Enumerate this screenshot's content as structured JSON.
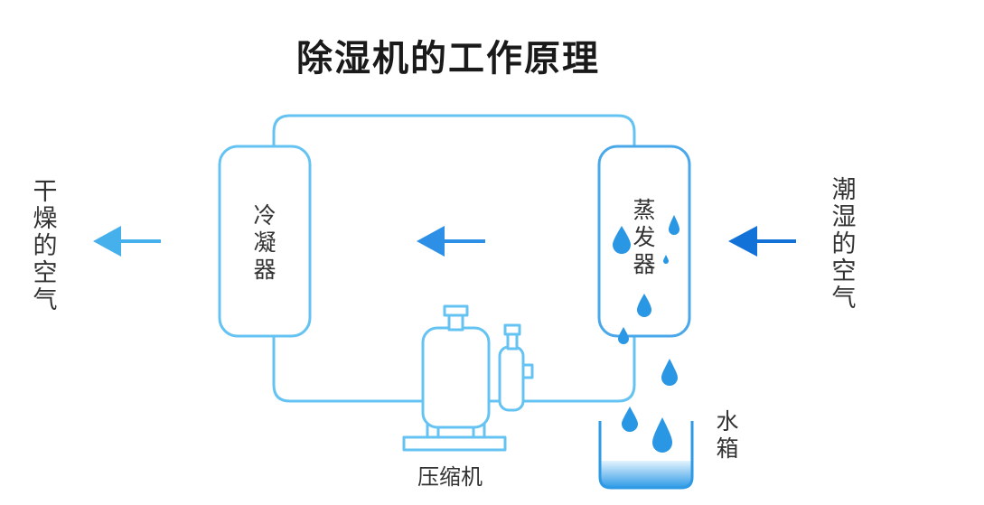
{
  "title": "除湿机的工作原理",
  "labels": {
    "dry_air": "干燥的空气",
    "humid_air": "潮湿的空气",
    "condenser": "冷凝器",
    "evaporator": "蒸发器",
    "compressor": "压缩机",
    "water_tank": "水箱"
  },
  "colors": {
    "pipe": "#64c3f2",
    "arrow_light": "#45b0ec",
    "arrow_mid": "#2d8fe6",
    "arrow_dark": "#1372d8",
    "drop": "#2a97e4",
    "water_top": "#e3f3fd",
    "water_bottom": "#2e9ae6"
  }
}
